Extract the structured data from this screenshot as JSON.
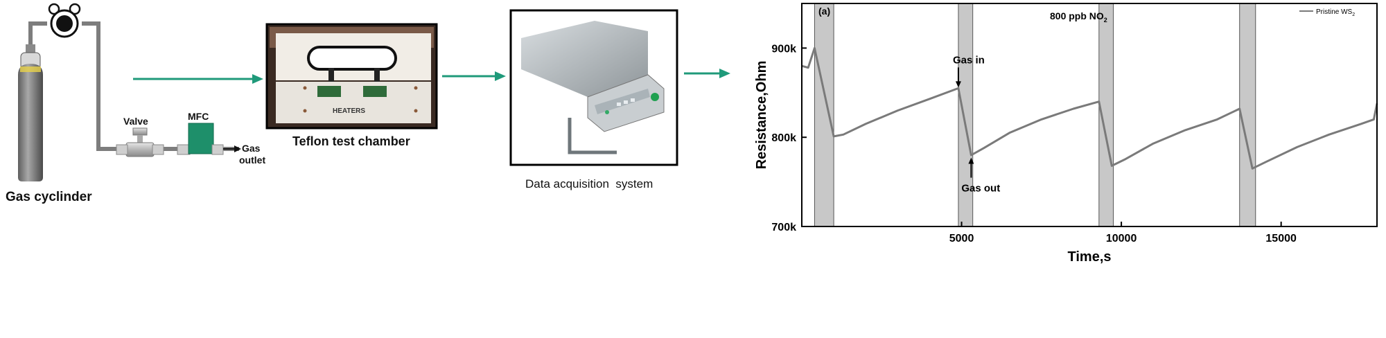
{
  "setup": {
    "cylinder_label": "Gas cyclinder",
    "valve_label": "Valve",
    "mfc_label": "MFC",
    "gas_outlet_label_line1": "Gas",
    "gas_outlet_label_line2": "outlet",
    "chamber_label": "Teflon test chamber",
    "chamber_photo_text": "HEATERS",
    "daq_label": "Data acquisition  system"
  },
  "colors": {
    "arrow": "#1f9a7a",
    "mfc": "#1e8f6a",
    "trace": "#7a7a7a",
    "gas_band": "#c8c8c8"
  },
  "chart_data": {
    "type": "line",
    "panel_label": "(a)",
    "title": "800 ppb NO",
    "title_subscript": "2",
    "xlabel": "Time,s",
    "ylabel": "Resistance,Ohm",
    "xlim": [
      0,
      18000
    ],
    "ylim": [
      700000,
      950000
    ],
    "xticks": [
      5000,
      10000,
      15000
    ],
    "xtick_labels": [
      "5000",
      "10000",
      "15000"
    ],
    "yticks": [
      700000,
      800000,
      900000
    ],
    "ytick_labels": [
      "700k",
      "800k",
      "900k"
    ],
    "legend": {
      "entry": "Pristine WS",
      "entry_subscript": "2",
      "position": "top-right"
    },
    "annotations": [
      {
        "text": "Gas in",
        "x": 4900,
        "y": 855000
      },
      {
        "text": "Gas out",
        "x": 5300,
        "y": 778000
      }
    ],
    "gas_exposure_bands": [
      [
        400,
        1000
      ],
      [
        4900,
        5350
      ],
      [
        9300,
        9750
      ],
      [
        13700,
        14200
      ]
    ],
    "series": [
      {
        "name": "Pristine WS2",
        "x": [
          0,
          200,
          400,
          1000,
          1300,
          2000,
          3000,
          4000,
          4900,
          5300,
          5700,
          6500,
          7500,
          8500,
          9300,
          9700,
          10100,
          11000,
          12000,
          13000,
          13700,
          14100,
          14500,
          15500,
          16500,
          17500,
          17900,
          18000
        ],
        "y": [
          880000,
          878000,
          900000,
          801000,
          803000,
          815000,
          830000,
          843000,
          855000,
          780000,
          788000,
          805000,
          820000,
          832000,
          840000,
          768000,
          775000,
          793000,
          808000,
          820000,
          832000,
          765000,
          772000,
          789000,
          803000,
          815000,
          820000,
          838000
        ]
      }
    ]
  }
}
